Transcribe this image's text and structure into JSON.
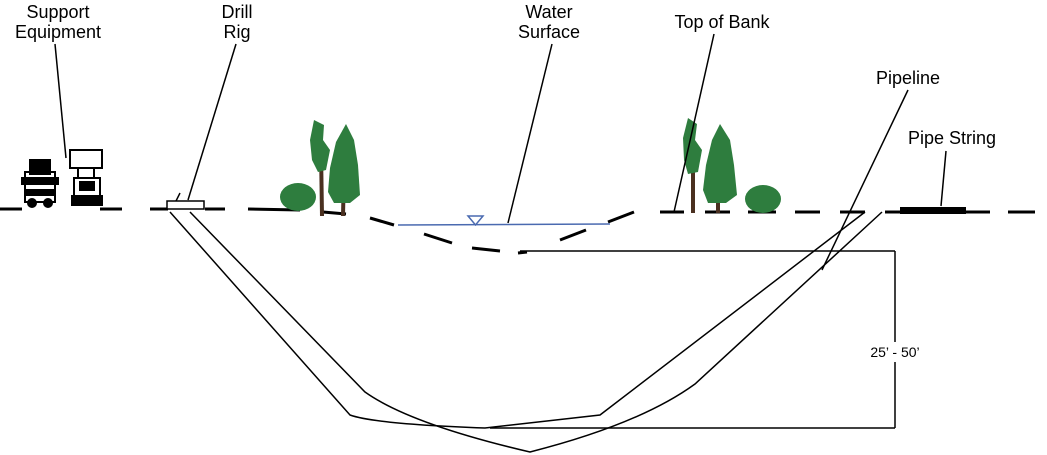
{
  "labels": {
    "support_equipment": [
      "Support",
      "Equipment"
    ],
    "drill_rig": [
      "Drill",
      "Rig"
    ],
    "water_surface": [
      "Water",
      "Surface"
    ],
    "top_of_bank": "Top of Bank",
    "pipeline": "Pipeline",
    "pipe_string": "Pipe String",
    "depth": "25’ - 50’"
  },
  "colors": {
    "line": "#000000",
    "tree_green": "#2e7d3e",
    "trunk": "#4a3020",
    "water": "#4a6ab0"
  }
}
